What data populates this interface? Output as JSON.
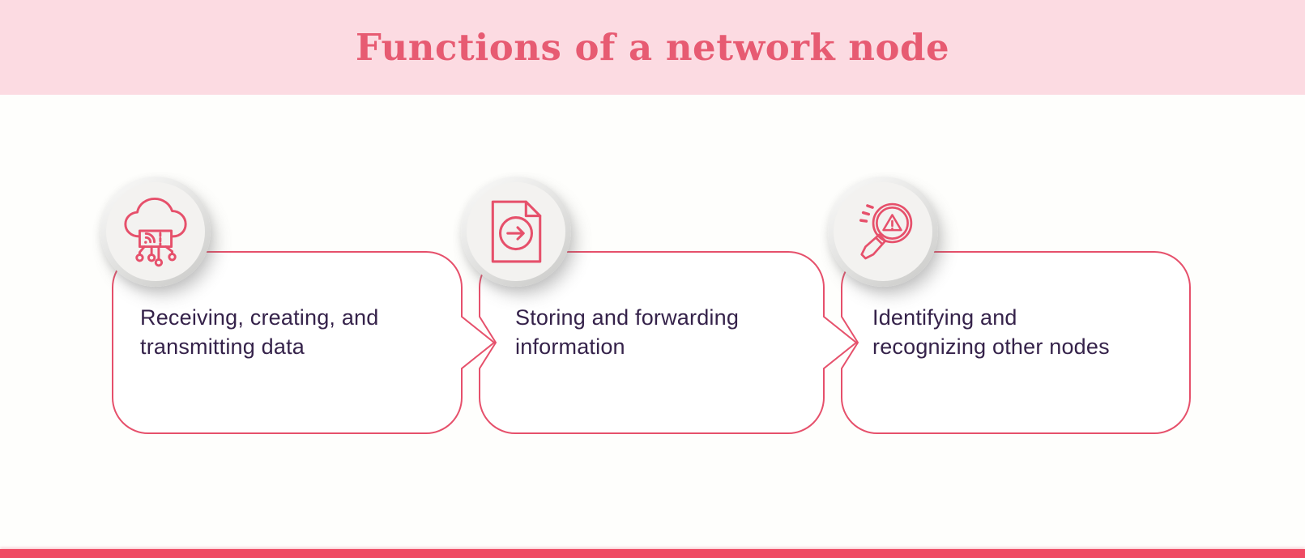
{
  "header": {
    "title": "Functions of a network node"
  },
  "cards": [
    {
      "icon": "cloud-network-icon",
      "lines": [
        "Receiving, creating, and",
        "transmitting data"
      ]
    },
    {
      "icon": "document-forward-arrow-icon",
      "lines": [
        "Storing and forwarding",
        "information"
      ]
    },
    {
      "icon": "magnifier-warning-icon",
      "lines": [
        "Identifying and",
        "recognizing other nodes"
      ]
    }
  ],
  "colors": {
    "header_bg": "#FCDBE2",
    "title_text": "#E75B72",
    "card_border": "#E6506B",
    "icon_stroke": "#E6506B",
    "body_text": "#35224A",
    "bottom_bar": "#EF4A63",
    "page_bg": "#FEFEFC",
    "badge_fill": "#F3F2F0"
  }
}
